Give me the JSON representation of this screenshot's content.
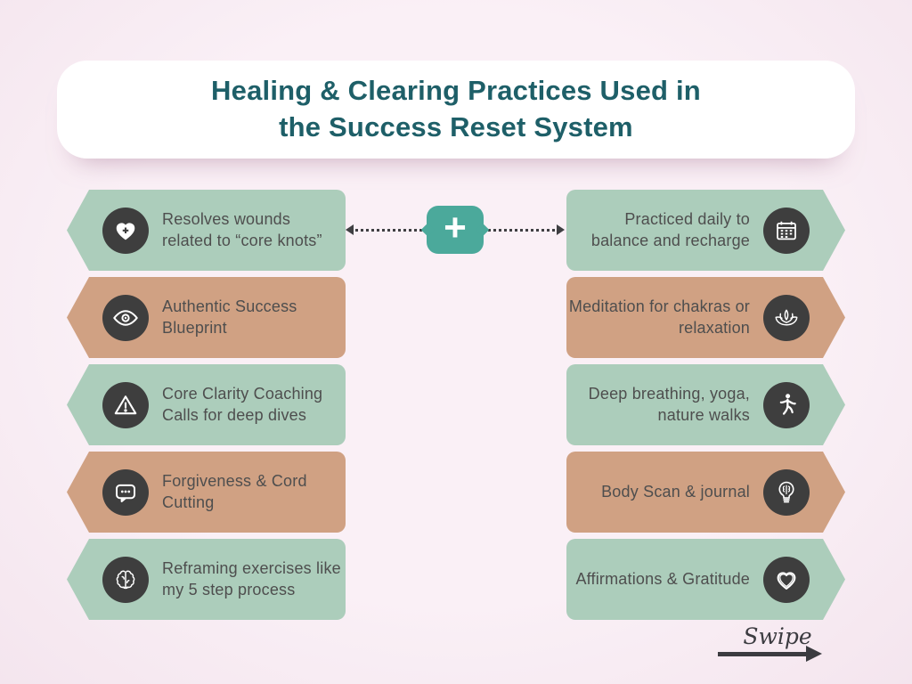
{
  "title": {
    "line1": "Healing & Clearing Practices Used in",
    "line2": "the Success Reset System"
  },
  "center": {
    "plus_label": "+",
    "left_arrow_icon": "dotted-arrow-left",
    "right_arrow_icon": "dotted-arrow-right"
  },
  "left_column": {
    "items": [
      {
        "text": "Resolves wounds related to “core knots”",
        "icon": "heart-plus-icon",
        "color": "sage"
      },
      {
        "text": "Authentic Success Blueprint",
        "icon": "eye-icon",
        "color": "tan"
      },
      {
        "text": "Core Clarity Coaching Calls for deep dives",
        "icon": "alert-triangle-icon",
        "color": "sage"
      },
      {
        "text": "Forgiveness & Cord Cutting",
        "icon": "chat-dots-icon",
        "color": "tan"
      },
      {
        "text": "Reframing exercises like my 5 step process",
        "icon": "brain-icon",
        "color": "sage"
      }
    ]
  },
  "right_column": {
    "items": [
      {
        "text": "Practiced daily to balance and recharge",
        "icon": "calendar-icon",
        "color": "sage"
      },
      {
        "text": "Meditation for chakras or relaxation",
        "icon": "lotus-icon",
        "color": "tan"
      },
      {
        "text": "Deep breathing, yoga, nature walks",
        "icon": "yoga-pose-icon",
        "color": "sage"
      },
      {
        "text": "Body Scan & journal",
        "icon": "bulb-brain-icon",
        "color": "tan"
      },
      {
        "text": "Affirmations & Gratitude",
        "icon": "sketch-heart-icon",
        "color": "sage"
      }
    ]
  },
  "swipe": {
    "label": "Swipe"
  },
  "colors": {
    "background": "#f9eef4",
    "card": "#ffffff",
    "title_text": "#1e5f68",
    "sage": "#accdbb",
    "tan": "#d0a183",
    "icon_circle": "#3e3e3e",
    "accent_teal": "#4ba99b",
    "body_text": "#4e4e4e",
    "swipe_text": "#3b3b40"
  }
}
